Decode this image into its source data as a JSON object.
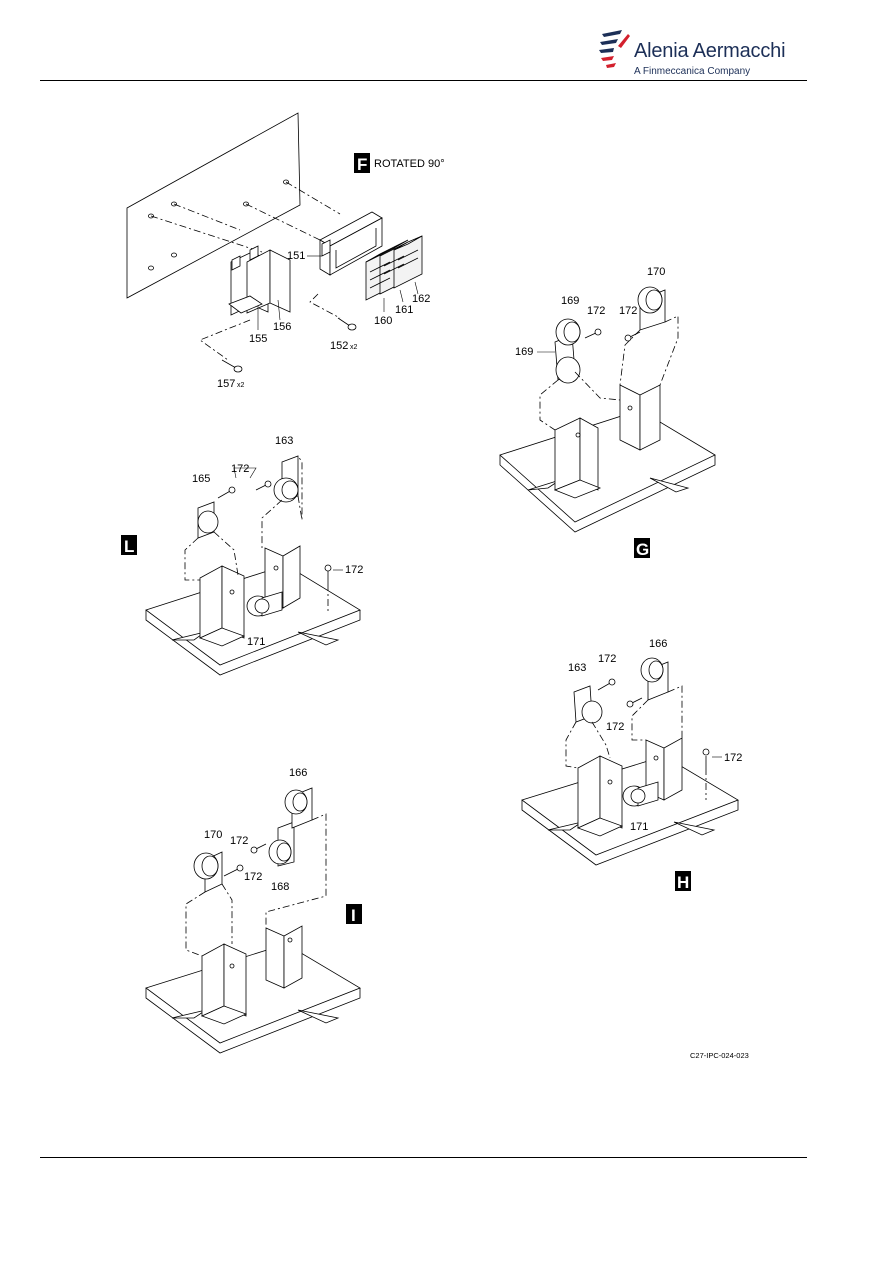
{
  "header": {
    "company_name": "Alenia Aermacchi",
    "company_subtitle": "A Finmeccanica Company"
  },
  "figure": {
    "id": "C27-IPC-024-023",
    "views": {
      "F": {
        "letter": "F",
        "caption": "ROTATED 90°"
      },
      "G": {
        "letter": "G"
      },
      "H": {
        "letter": "H"
      },
      "I": {
        "letter": "I"
      },
      "L": {
        "letter": "L"
      }
    },
    "callouts": {
      "v151": "151",
      "v152": "152",
      "v152q": "x2",
      "v155": "155",
      "v156": "156",
      "v157": "157",
      "v157q": "x2",
      "v160": "160",
      "v161": "161",
      "v162": "162",
      "g169a": "169",
      "g169b": "169",
      "g170": "170",
      "g172a": "172",
      "g172b": "172",
      "l163": "163",
      "l165": "165",
      "l171": "171",
      "l172a": "172",
      "l172b": "172",
      "h163": "163",
      "h166": "166",
      "h171": "171",
      "h172a": "172",
      "h172b": "172",
      "h172c": "172",
      "i166": "166",
      "i168": "168",
      "i170": "170",
      "i172a": "172",
      "i172b": "172"
    }
  }
}
